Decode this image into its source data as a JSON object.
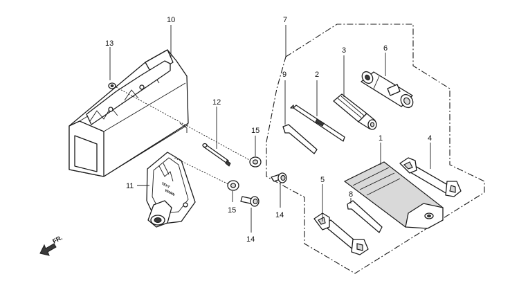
{
  "callouts": {
    "c1": "1",
    "c2": "2",
    "c3": "3",
    "c4": "4",
    "c5": "5",
    "c6": "6",
    "c7": "7",
    "c8": "8",
    "c9": "9",
    "c10": "10",
    "c11": "11",
    "c12": "12",
    "c13": "13",
    "c14a": "14",
    "c14b": "14",
    "c15a": "15",
    "c15b": "15"
  },
  "direction_label": "FR."
}
